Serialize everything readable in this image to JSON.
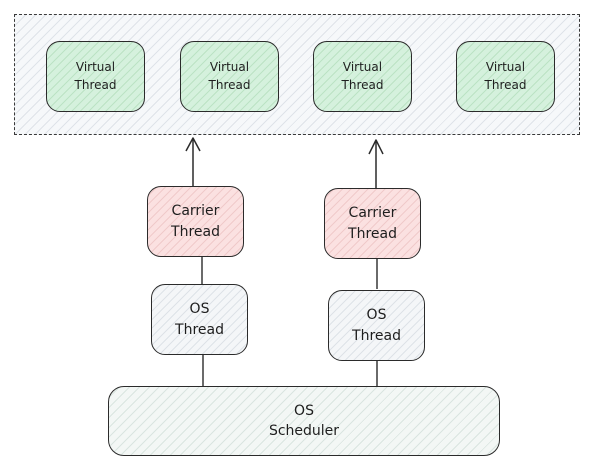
{
  "virtual_threads": [
    {
      "line1": "Virtual",
      "line2": "Thread"
    },
    {
      "line1": "Virtual",
      "line2": "Thread"
    },
    {
      "line1": "Virtual",
      "line2": "Thread"
    },
    {
      "line1": "Virtual",
      "line2": "Thread"
    }
  ],
  "carrier_threads": [
    {
      "line1": "Carrier",
      "line2": "Thread"
    },
    {
      "line1": "Carrier",
      "line2": "Thread"
    }
  ],
  "os_threads": [
    {
      "line1": "OS",
      "line2": "Thread"
    },
    {
      "line1": "OS",
      "line2": "Thread"
    }
  ],
  "scheduler": {
    "line1": "OS",
    "line2": "Scheduler"
  },
  "colors": {
    "virtual_fill": "#d5f1dd",
    "carrier_fill": "#fbe1e1",
    "os_fill": "#f4f6f8",
    "stroke": "#2b2b2b"
  }
}
